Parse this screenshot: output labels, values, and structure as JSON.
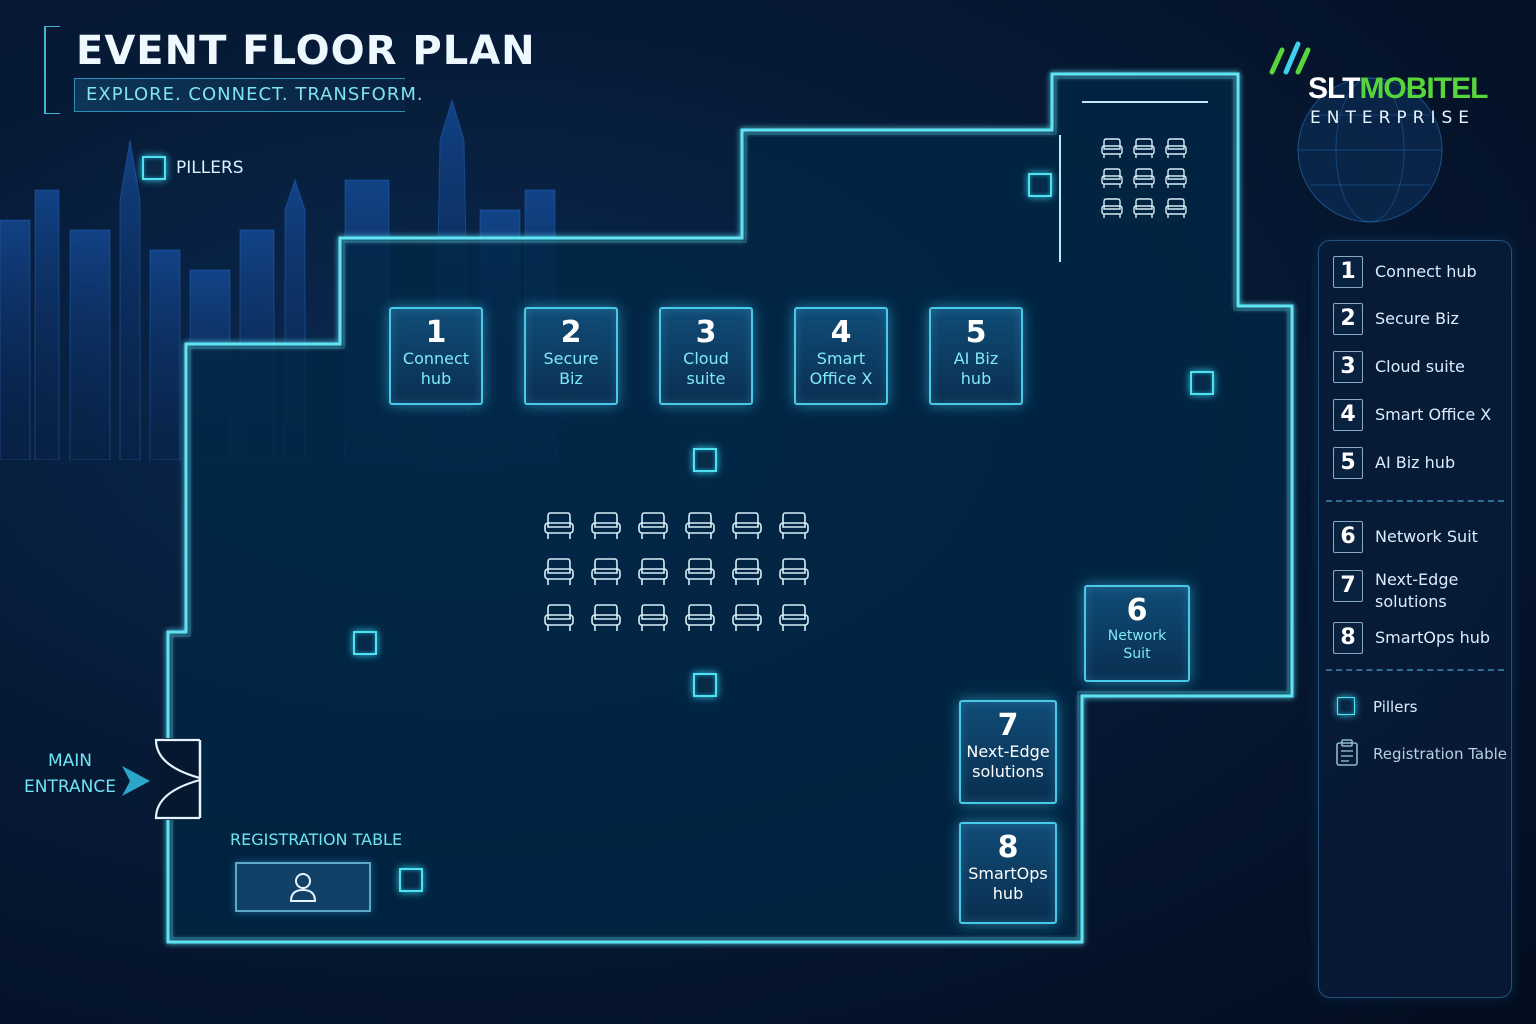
{
  "header": {
    "title": "EVENT FLOOR PLAN",
    "tagline": "EXPLORE. CONNECT. TRANSFORM."
  },
  "top_legend": {
    "pillars_label": "PILLERS"
  },
  "logo": {
    "brand_part1": "SLT",
    "brand_part2": "MOBITEL",
    "subtitle": "ENTERPRISE"
  },
  "booths": [
    {
      "number": "1",
      "line1": "Connect",
      "line2": "hub"
    },
    {
      "number": "2",
      "line1": "Secure",
      "line2": "Biz"
    },
    {
      "number": "3",
      "line1": "Cloud",
      "line2": "suite"
    },
    {
      "number": "4",
      "line1": "Smart",
      "line2": "Office X"
    },
    {
      "number": "5",
      "line1": "AI Biz",
      "line2": "hub"
    },
    {
      "number": "6",
      "line1": "Network",
      "line2": "Suit"
    },
    {
      "number": "7",
      "line1": "Next-Edge",
      "line2": "solutions"
    },
    {
      "number": "8",
      "line1": "SmartOps",
      "line2": "hub"
    }
  ],
  "entrance": {
    "line1": "MAIN",
    "line2": "ENTRANCE"
  },
  "registration": {
    "label": "REGISTRATION TABLE"
  },
  "legend": {
    "items": [
      {
        "number": "1",
        "label": "Connect hub"
      },
      {
        "number": "2",
        "label": "Secure Biz"
      },
      {
        "number": "3",
        "label": "Cloud suite"
      },
      {
        "number": "4",
        "label": "Smart Office X"
      },
      {
        "number": "5",
        "label": "AI Biz hub"
      },
      {
        "number": "6",
        "label": "Network Suit"
      },
      {
        "number": "7",
        "label": "Next-Edge solutions"
      },
      {
        "number": "8",
        "label": "SmartOps hub"
      }
    ],
    "pillars_label": "Pillers",
    "registration_label": "Registration Table"
  },
  "colors": {
    "accent": "#4ee2f0",
    "brand_green": "#57d63c",
    "background": "#061a36"
  }
}
